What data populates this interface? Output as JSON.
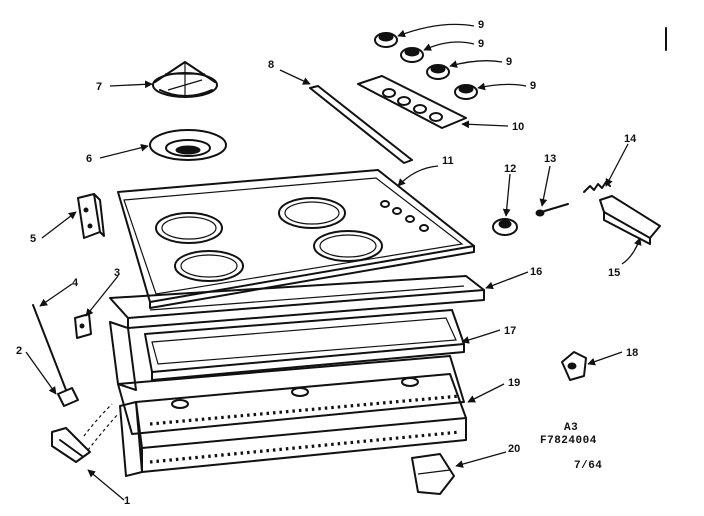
{
  "callouts": {
    "c1": "1",
    "c2": "2",
    "c3": "3",
    "c4": "4",
    "c5": "5",
    "c6": "6",
    "c7": "7",
    "c8": "8",
    "c9a": "9",
    "c9b": "9",
    "c9c": "9",
    "c9d": "9",
    "c10": "10",
    "c11": "11",
    "c12": "12",
    "c13": "13",
    "c14": "14",
    "c15": "15",
    "c16": "16",
    "c17": "17",
    "c18": "18",
    "c19": "19",
    "c20": "20"
  },
  "corner": {
    "section": "A3",
    "drawing_code": "F7824004",
    "date": "7/64"
  }
}
